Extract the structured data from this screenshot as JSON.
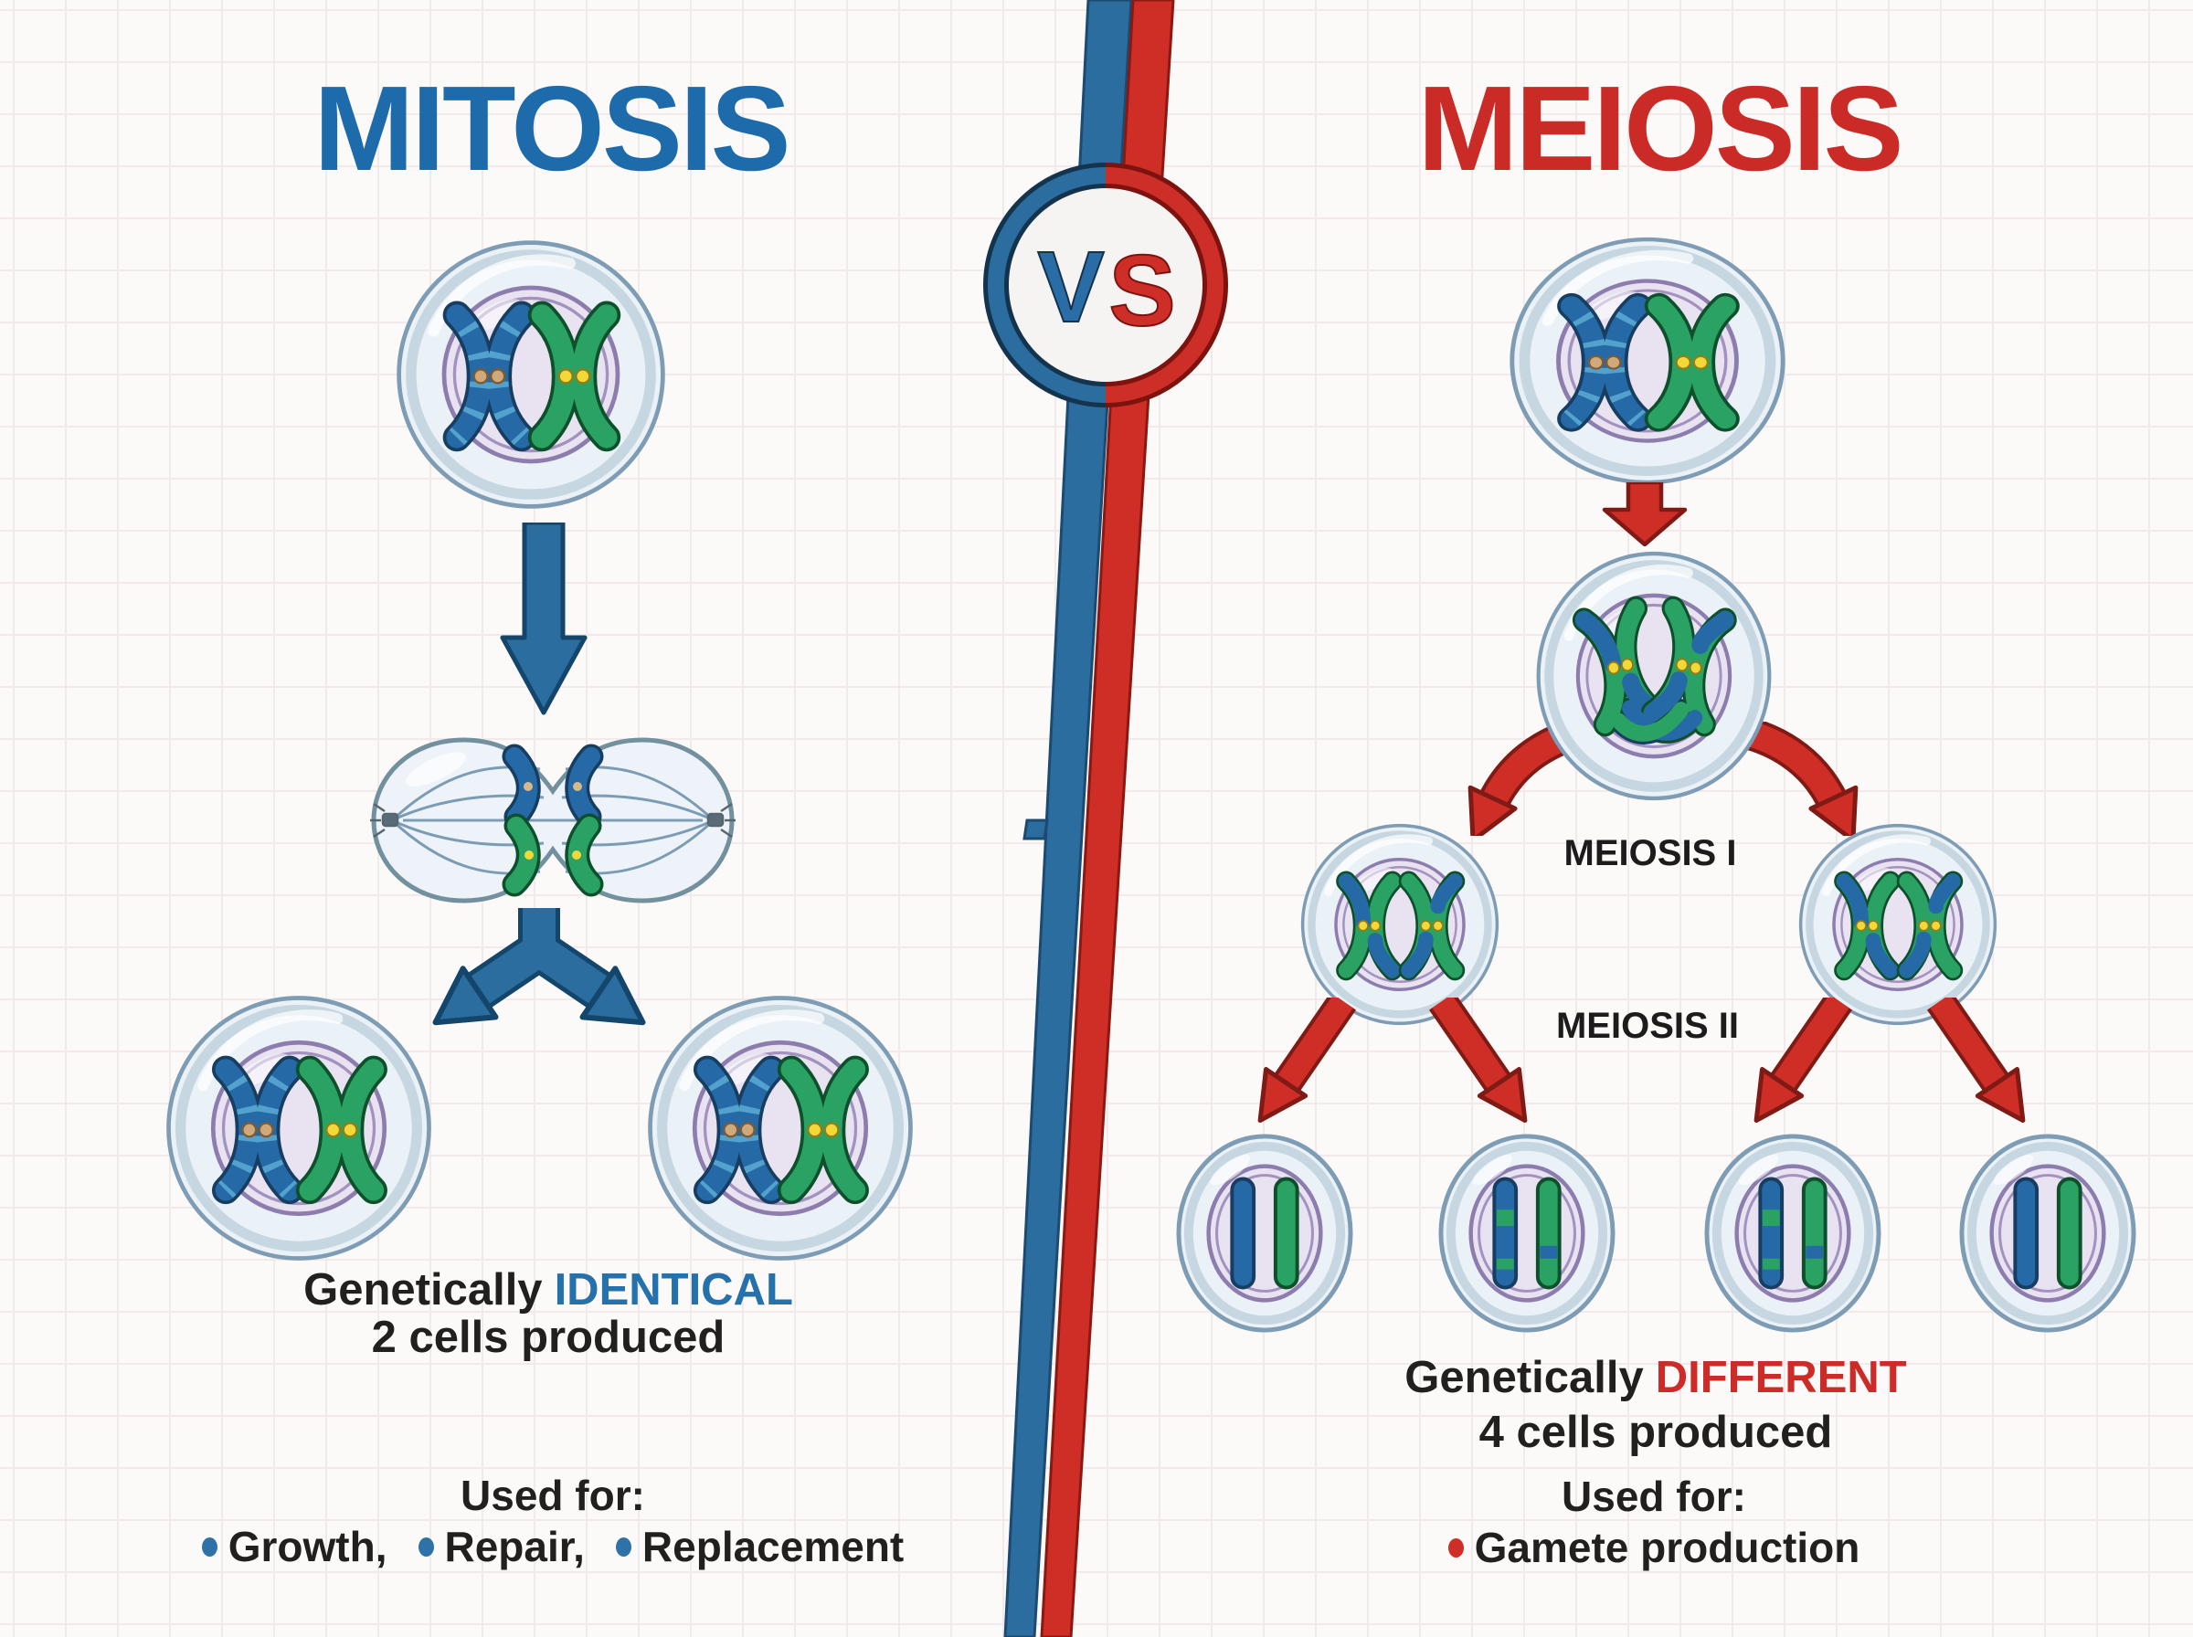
{
  "header": {
    "left_title": "MITOSIS",
    "right_title": "MEIOSIS",
    "vs_v": "V",
    "vs_s": "S"
  },
  "mitosis": {
    "result_prefix": "Genetically",
    "result_highlight": "IDENTICAL",
    "result_count": "2 cells produced",
    "used_for_label": "Used for:",
    "used_for_items": [
      "Growth,",
      "Repair,",
      "Replacement"
    ]
  },
  "meiosis": {
    "stage1_label": "MEIOSIS I",
    "stage2_label": "MEIOSIS II",
    "result_prefix": "Genetically",
    "result_highlight": "DIFFERENT",
    "result_count": "4 cells produced",
    "used_for_label": "Used for:",
    "used_for_items": [
      "Gamete production"
    ]
  },
  "colors": {
    "mitosis_blue": "#1e6bab",
    "meiosis_red": "#cb2b27",
    "arrow_blue": "#2a6d9e",
    "arrow_red": "#cf2e26",
    "chromosome_blue": "#2569a6",
    "chromosome_green": "#2aa263",
    "text_black": "#221f1f"
  }
}
